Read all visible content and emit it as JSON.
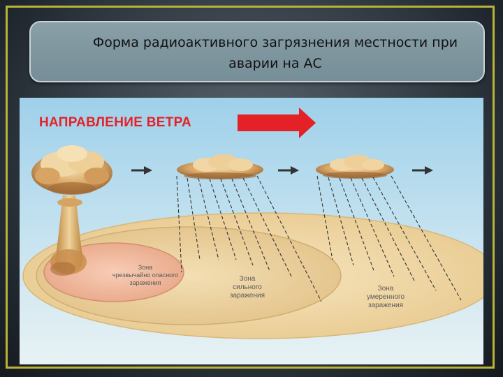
{
  "title": {
    "line1": "Форма  радиоактивного загрязнения местности при",
    "line2": "аварии на АС"
  },
  "diagram": {
    "wind_label": "НАПРАВЛЕНИЕ ВЕТРА",
    "zones": [
      {
        "line1": "Зона",
        "line2": "чрезвычайно опасного",
        "line3": "заражения"
      },
      {
        "line1": "Зона",
        "line2": "сильного",
        "line3": "заражения"
      },
      {
        "line1": "Зона",
        "line2": "умеренного",
        "line3": "заражения"
      }
    ]
  },
  "colors": {
    "sky": "#a9d6ec",
    "outer_zone": "#f0d9a8",
    "middle_zone": "#ecd3a0",
    "inner_zone": "#f2b9a0",
    "wind_arrow": "#e32126",
    "wind_text": "#e32126",
    "frame": "#b8b434"
  }
}
